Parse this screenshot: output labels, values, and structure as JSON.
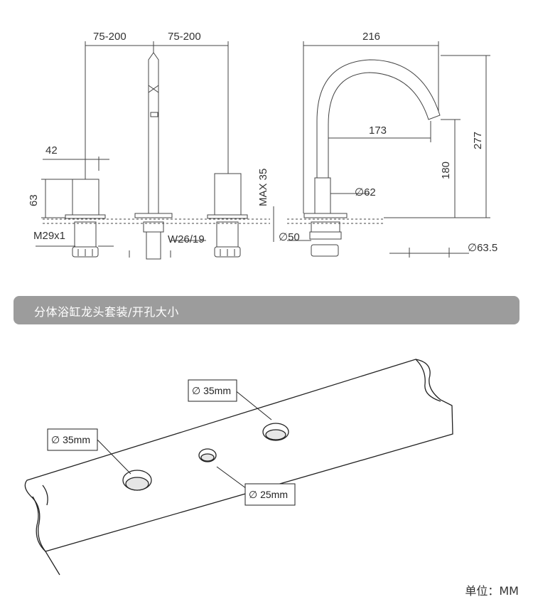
{
  "dimensions": {
    "spacing_left": "75-200",
    "spacing_right": "75-200",
    "handle_width": "42",
    "handle_height": "63",
    "thread_left": "M29x1",
    "thread_center": "W26/19",
    "max_deck": "MAX 35",
    "spout_reach": "216",
    "spout_inner": "173",
    "spout_height": "180",
    "total_height": "277",
    "spout_base_dia": "∅62",
    "hole_dia": "∅50",
    "flange_dia": "∅63.5"
  },
  "section_title": "分体浴缸龙头套装/开孔大小",
  "callouts": {
    "hole_top": "∅ 35mm",
    "hole_left": "∅ 35mm",
    "hole_center": "∅ 25mm"
  },
  "unit_label": "单位：MM"
}
